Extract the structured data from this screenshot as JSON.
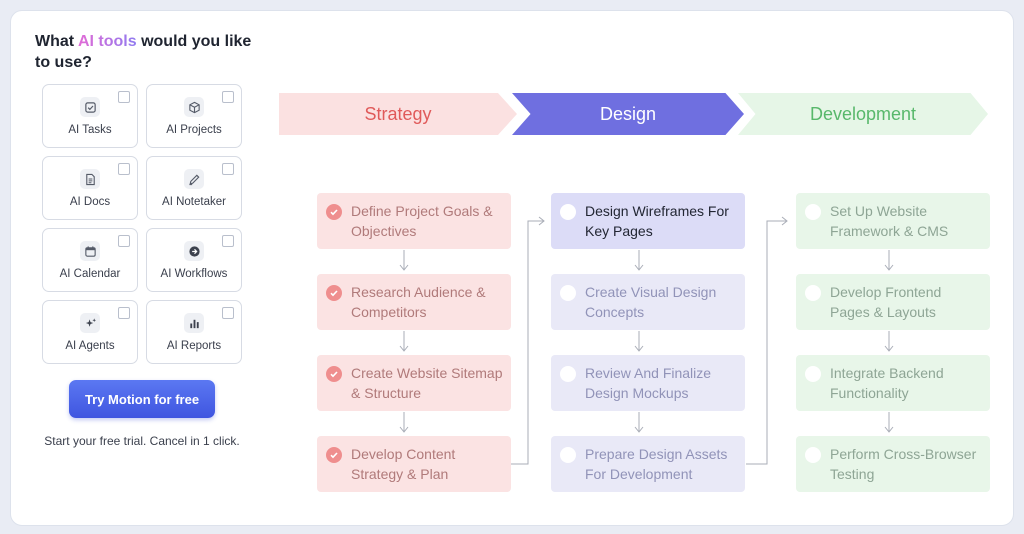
{
  "heading": {
    "prefix": "What ",
    "accent": "AI tools",
    "suffix": " would you like to use?"
  },
  "tools": [
    {
      "label": "AI Tasks",
      "icon": "task-check-icon"
    },
    {
      "label": "AI Projects",
      "icon": "cube-icon"
    },
    {
      "label": "AI Docs",
      "icon": "document-icon"
    },
    {
      "label": "AI Notetaker",
      "icon": "pen-icon"
    },
    {
      "label": "AI Calendar",
      "icon": "calendar-icon"
    },
    {
      "label": "AI Workflows",
      "icon": "arrow-circle-icon"
    },
    {
      "label": "AI Agents",
      "icon": "sparkle-icon"
    },
    {
      "label": "AI Reports",
      "icon": "bar-chart-icon"
    }
  ],
  "cta": {
    "label": "Try Motion for free"
  },
  "trial_text": "Start your free trial. Cancel in 1 click.",
  "phases": [
    {
      "title": "Strategy",
      "tasks": [
        "Define Project Goals & Objectives",
        "Research Audience & Competitors",
        "Create Website Sitemap & Structure",
        "Develop Content Strategy & Plan"
      ]
    },
    {
      "title": "Design",
      "tasks": [
        "Design Wireframes For Key Pages",
        "Create Visual Design Concepts",
        "Review And Finalize Design Mockups",
        "Prepare Design Assets For Development"
      ]
    },
    {
      "title": "Development",
      "tasks": [
        "Set Up Website Framework & CMS",
        "Develop Frontend Pages & Layouts",
        "Integrate Backend Functionality",
        "Perform Cross-Browser Testing"
      ]
    }
  ],
  "colors": {
    "strategy": "#e05a5a",
    "design": "#6f6fe0",
    "development": "#58b86b",
    "cta": "#4a62ea"
  }
}
